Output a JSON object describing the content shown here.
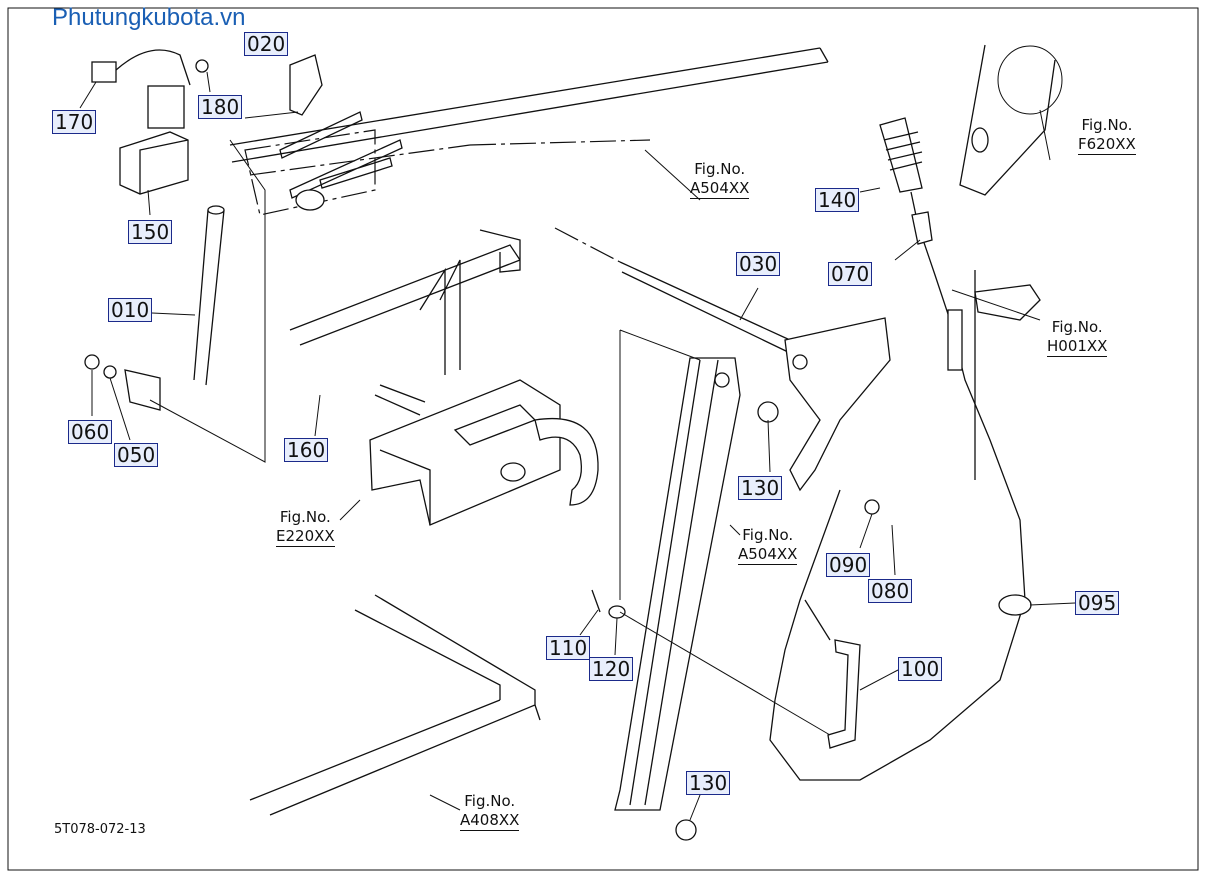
{
  "watermark": "Phutungkubota.vn",
  "drawing_code": "5T078-072-13",
  "parts": {
    "p170": "170",
    "p180": "180",
    "p020": "020",
    "p150": "150",
    "p010": "010",
    "p060": "060",
    "p050": "050",
    "p160": "160",
    "p030": "030",
    "p130a": "130",
    "p140": "140",
    "p070": "070",
    "p090": "090",
    "p080": "080",
    "p095": "095",
    "p110": "110",
    "p120": "120",
    "p100": "100",
    "p130b": "130"
  },
  "fig_refs": {
    "fig_prefix": "Fig.No.",
    "a504_top": "A504XX",
    "f620": "F620XX",
    "h001": "H001XX",
    "e220": "E220XX",
    "a504_mid": "A504XX",
    "a408": "A408XX"
  }
}
